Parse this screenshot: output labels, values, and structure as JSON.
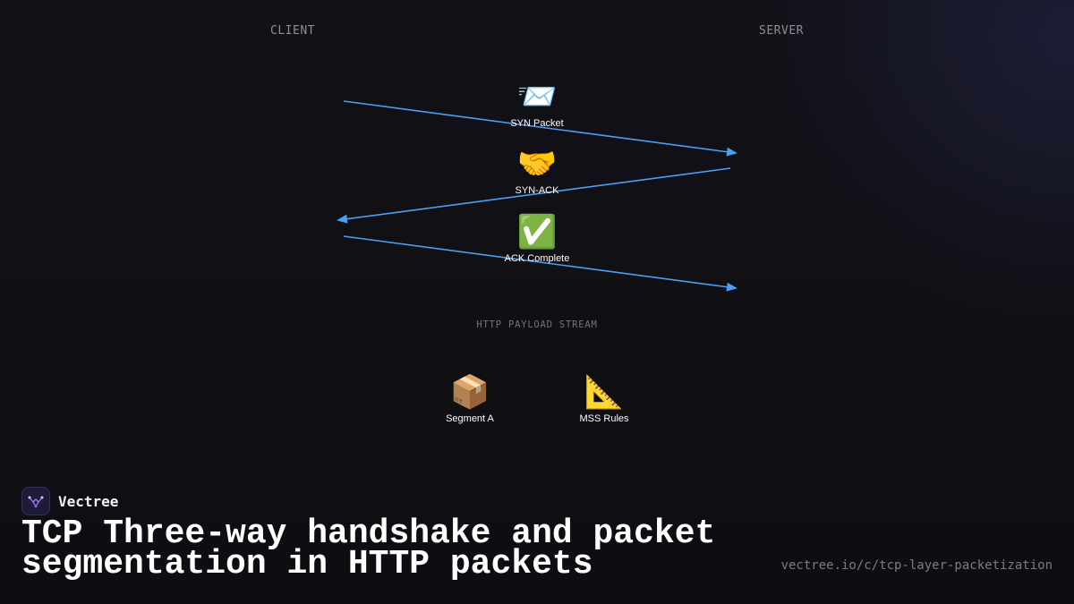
{
  "lanes": {
    "client": "CLIENT",
    "server": "SERVER"
  },
  "handshake": [
    {
      "icon": "envelope-with-arrow-icon",
      "glyph": "📨",
      "label": "SYN Packet",
      "direction": "client-to-server"
    },
    {
      "icon": "handshake-icon",
      "glyph": "🤝",
      "label": "SYN-ACK",
      "direction": "server-to-client"
    },
    {
      "icon": "check-mark-button-icon",
      "glyph": "✅",
      "label": "ACK Complete",
      "direction": "client-to-server"
    }
  ],
  "payload": {
    "label": "HTTP PAYLOAD STREAM",
    "segments": [
      {
        "icon": "package-icon",
        "glyph": "📦",
        "label": "Segment A"
      },
      {
        "icon": "triangular-ruler-icon",
        "glyph": "📐",
        "label": "MSS Rules"
      }
    ]
  },
  "brand": {
    "name": "Vectree",
    "logo_icon": "vectree-logo-icon"
  },
  "title": "TCP Three-way handshake and packet segmentation in HTTP packets",
  "url": "vectree.io/c/tcp-layer-packetization",
  "colors": {
    "arrow": "#4a9ff5",
    "background": "#0f0f13",
    "logo_accent": "#9b6cf0"
  }
}
